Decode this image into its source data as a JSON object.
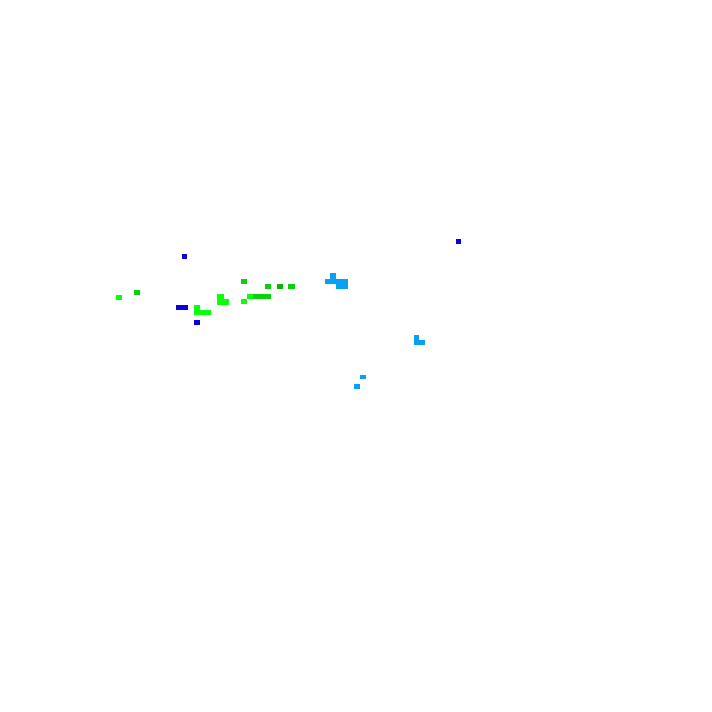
{
  "palette": {
    "background": "#ffffff",
    "dark_blue": "#0a00e0",
    "light_blue": "#0aa0f0",
    "bright_green": "#0aff0a",
    "mid_green": "#0ad20a",
    "dark_green": "#0ab40a"
  },
  "clusters": [
    {
      "name": "dark-blue-cluster",
      "color_key": "dark_blue"
    },
    {
      "name": "light-blue-cluster",
      "color_key": "light_blue"
    },
    {
      "name": "bright-green-cluster",
      "color_key": "bright_green"
    },
    {
      "name": "mid-green-cluster",
      "color_key": "mid_green"
    },
    {
      "name": "dark-green-cluster",
      "color_key": "dark_green"
    }
  ]
}
